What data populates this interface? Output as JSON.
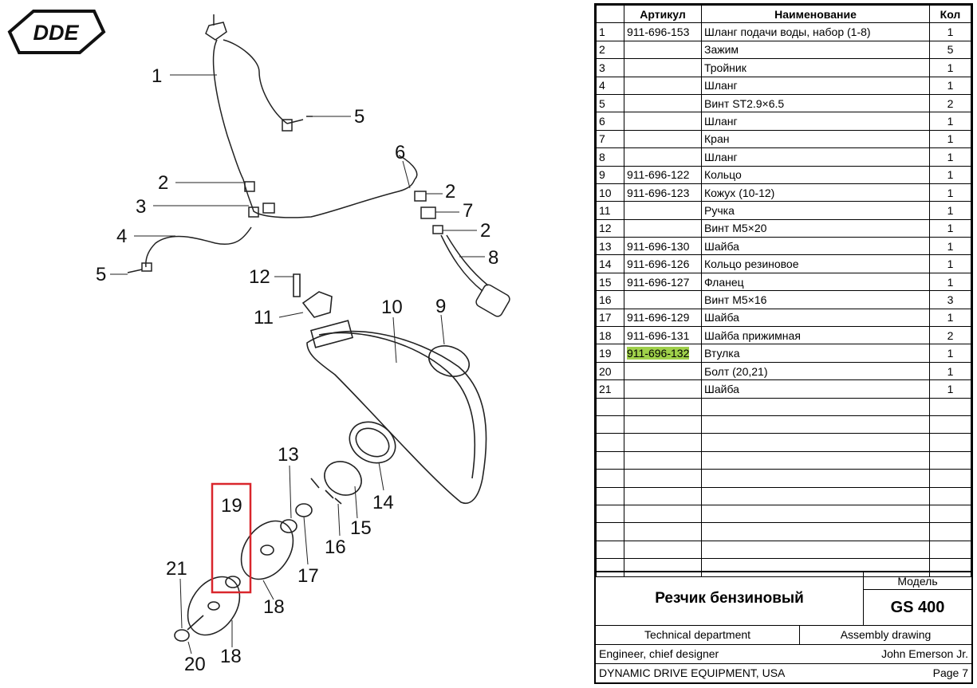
{
  "logo": {
    "text": "DDE"
  },
  "table": {
    "headers": {
      "num": "",
      "article": "Артикул",
      "name": "Наименование",
      "qty": "Кол"
    },
    "rows": [
      {
        "num": "1",
        "article": "911-696-153",
        "name": "Шланг подачи воды, набор (1-8)",
        "qty": "1"
      },
      {
        "num": "2",
        "article": "",
        "name": "Зажим",
        "qty": "5"
      },
      {
        "num": "3",
        "article": "",
        "name": "Тройник",
        "qty": "1"
      },
      {
        "num": "4",
        "article": "",
        "name": "Шланг",
        "qty": "1"
      },
      {
        "num": "5",
        "article": "",
        "name": "Винт ST2.9×6.5",
        "qty": "2"
      },
      {
        "num": "6",
        "article": "",
        "name": "Шланг",
        "qty": "1"
      },
      {
        "num": "7",
        "article": "",
        "name": "Кран",
        "qty": "1"
      },
      {
        "num": "8",
        "article": "",
        "name": "Шланг",
        "qty": "1"
      },
      {
        "num": "9",
        "article": "911-696-122",
        "name": "Кольцо",
        "qty": "1"
      },
      {
        "num": "10",
        "article": "911-696-123",
        "name": "Кожух (10-12)",
        "qty": "1"
      },
      {
        "num": "11",
        "article": "",
        "name": "Ручка",
        "qty": "1"
      },
      {
        "num": "12",
        "article": "",
        "name": "Винт M5×20",
        "qty": "1"
      },
      {
        "num": "13",
        "article": "911-696-130",
        "name": "Шайба",
        "qty": "1"
      },
      {
        "num": "14",
        "article": "911-696-126",
        "name": "Кольцо резиновое",
        "qty": "1"
      },
      {
        "num": "15",
        "article": "911-696-127",
        "name": "Фланец",
        "qty": "1"
      },
      {
        "num": "16",
        "article": "",
        "name": "Винт M5×16",
        "qty": "3"
      },
      {
        "num": "17",
        "article": "911-696-129",
        "name": "Шайба",
        "qty": "1"
      },
      {
        "num": "18",
        "article": "911-696-131",
        "name": "Шайба прижимная",
        "qty": "2"
      },
      {
        "num": "19",
        "article": "911-696-132",
        "name": "Втулка",
        "qty": "1",
        "highlight": true
      },
      {
        "num": "20",
        "article": "",
        "name": "Болт (20,21)",
        "qty": "1"
      },
      {
        "num": "21",
        "article": "",
        "name": "Шайба",
        "qty": "1"
      }
    ],
    "empty_rows": 10,
    "highlight_color": "#9fd04a"
  },
  "title_block": {
    "product_name": "Резчик бензиновый",
    "model_label": "Модель",
    "model": "GS 400",
    "department": "Technical department",
    "doc_type": "Assembly drawing",
    "role": "Engineer, chief designer",
    "person": "John Emerson Jr.",
    "company": "DYNAMIC DRIVE EQUIPMENT, USA",
    "page": "Page 7"
  },
  "callouts": [
    "1",
    "5",
    "2",
    "3",
    "4",
    "5",
    "6",
    "2",
    "7",
    "2",
    "8",
    "12",
    "11",
    "10",
    "9",
    "13",
    "19",
    "14",
    "15",
    "16",
    "17",
    "21",
    "18",
    "20",
    "18"
  ],
  "selection_color": "#d9262c"
}
